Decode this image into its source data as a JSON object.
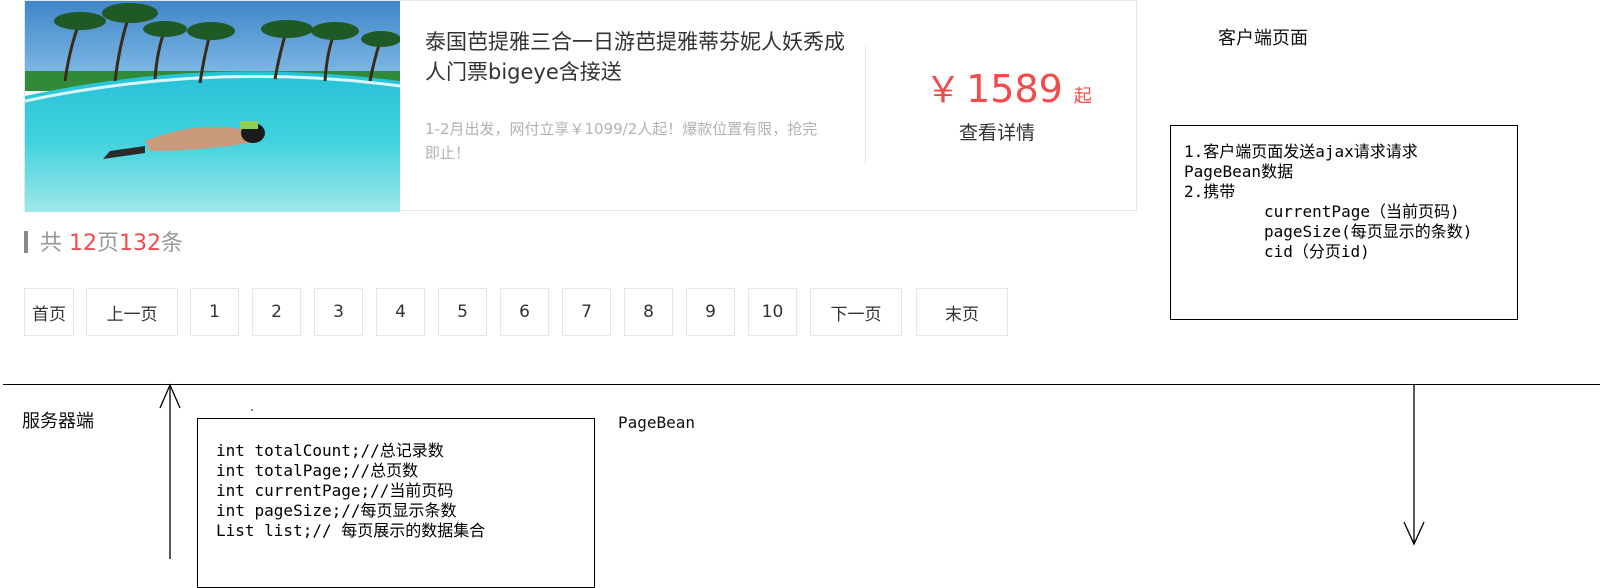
{
  "product": {
    "title": "泰国芭提雅三合一日游芭提雅蒂芬妮人妖秀成人门票bigeye含接送",
    "description": "1-2月出发，网付立享￥1099/2人起！爆款位置有限，抢完即止！",
    "price_symbol": "￥",
    "price": "1589",
    "price_suffix": "起",
    "detail_link": "查看详情"
  },
  "summary": {
    "prefix": "共",
    "total_pages": "12",
    "pages_word": "页",
    "total_count": "132",
    "count_word": "条"
  },
  "pagination": {
    "first": "首页",
    "prev": "上一页",
    "pages": [
      "1",
      "2",
      "3",
      "4",
      "5",
      "6",
      "7",
      "8",
      "9",
      "10"
    ],
    "next": "下一页",
    "last": "末页"
  },
  "client": {
    "label": "客户端页面",
    "note_line1": "1.客户端页面发送ajax请求请求",
    "note_line2": "PageBean数据",
    "note_line3": "2.携带",
    "note_line4": "currentPage（当前页码)",
    "note_line5": "pageSize(每页显示的条数)",
    "note_line6": "cid（分页id)"
  },
  "server": {
    "label": "服务器端",
    "class_name": "PageBean",
    "code": [
      "int totalCount;//总记录数",
      "int totalPage;//总页数",
      "int currentPage;//当前页码",
      "int pageSize;//每页显示条数",
      "List list;// 每页展示的数据集合"
    ]
  },
  "colors": {
    "price_red": "#f14b4b",
    "muted_gray": "#b2b2b2",
    "border": "#e6e6e6"
  }
}
